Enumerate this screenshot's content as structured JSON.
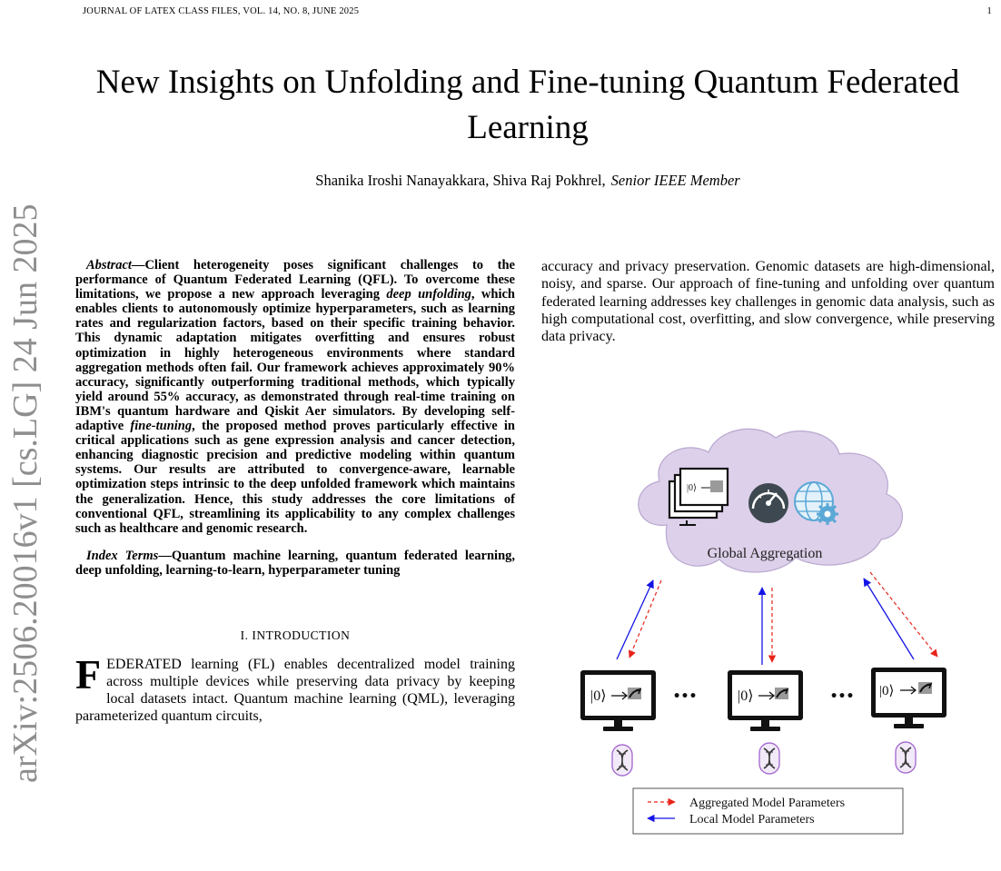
{
  "header": {
    "journal": "JOURNAL OF LATEX CLASS FILES, VOL. 14, NO. 8, JUNE 2025",
    "page_number": "1"
  },
  "arxiv_stamp": "arXiv:2506.20016v1  [cs.LG]  24 Jun 2025",
  "title": "New Insights on Unfolding and Fine-tuning Quantum Federated Learning",
  "authors": "Shanika Iroshi Nanayakkara, Shiva Raj Pokhrel,",
  "author_role": "Senior IEEE Member",
  "abstract": {
    "label": "Abstract",
    "p1": "Client heterogeneity poses significant challenges to the performance of Quantum Federated Learning (QFL). To overcome these limitations, we propose a new approach leveraging ",
    "em1": "deep unfolding",
    "p2": ", which enables clients to autonomously optimize hyperparameters, such as learning rates and regularization factors, based on their specific training behavior. This dynamic adaptation mitigates overfitting and ensures robust optimization in highly heterogeneous environments where standard aggregation methods often fail. Our framework achieves approximately 90% accuracy, significantly outperforming traditional methods, which typically yield around 55% accuracy, as demonstrated through real-time training on IBM's quantum hardware and Qiskit Aer simulators. By developing self-adaptive ",
    "em2": "fine-tuning",
    "p3": ", the proposed method proves particularly effective in critical applications such as gene expression analysis and cancer detection, enhancing diagnostic precision and predictive modeling within quantum systems. Our results are attributed to convergence-aware, learnable optimization steps intrinsic to the deep unfolded framework which maintains the generalization. Hence, this study addresses the core limitations of conventional QFL, streamlining its applicability to any complex challenges such as healthcare and genomic research."
  },
  "index_terms": {
    "label": "Index Terms",
    "text": "Quantum machine learning, quantum federated learning, deep unfolding, learning-to-learn, hyperparameter tuning"
  },
  "section": {
    "number": "I.",
    "title": "INTRODUCTION"
  },
  "intro": {
    "dropcap": "F",
    "text": "EDERATED learning (FL) enables decentralized model training across multiple devices while preserving data privacy by keeping local datasets intact. Quantum machine learning (QML), leveraging parameterized quantum circuits,"
  },
  "right_para": "accuracy and privacy preservation. Genomic datasets are high-dimensional, noisy, and sparse. Our approach of fine-tuning and unfolding over quantum federated learning addresses key challenges in genomic data analysis, such as high computational cost, overfitting, and slow convergence, while preserving data privacy.",
  "figure": {
    "cloud_label": "Global Aggregation",
    "ket": "|0⟩",
    "ellipsis": "•••",
    "legend_aggregated": "Aggregated Model Parameters",
    "legend_local": "Local Model Parameters",
    "colors": {
      "cloud_fill": "#ddd0ea",
      "cloud_stroke": "#b9a7d0",
      "local_arrow": "#1414e6",
      "aggregated_arrow": "#e8241a",
      "dna_fill": "#f2eaf8",
      "dna_stroke": "#a86fd3",
      "icon_dark": "#3d4850",
      "icon_blue": "#5aa8d6"
    }
  }
}
